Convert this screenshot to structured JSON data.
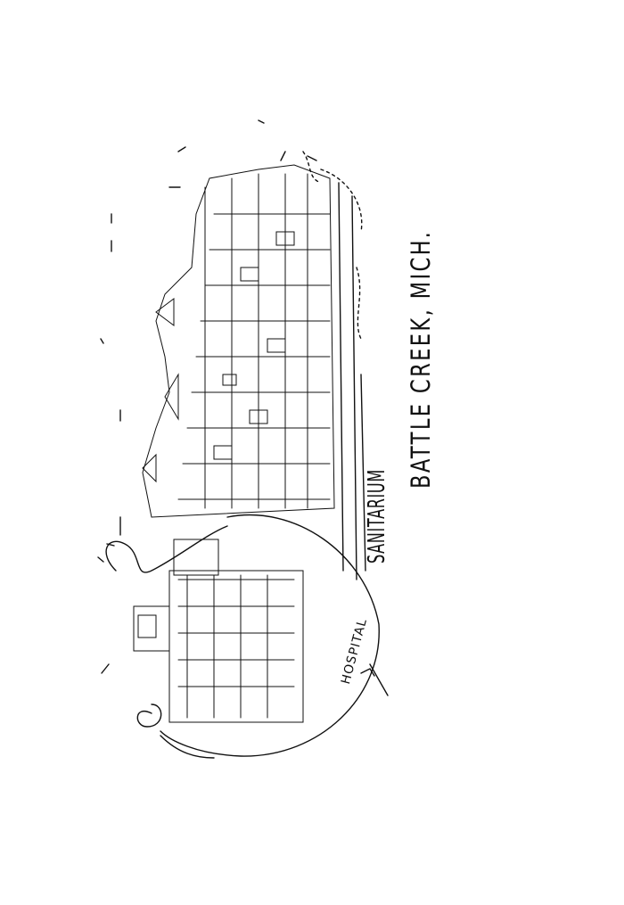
{
  "illustration": {
    "caption": "BATTLE CREEK, MICH.",
    "building_label": "SANITARIUM",
    "inset_label": "HOSPITAL",
    "ink_color": "#111111",
    "paper_color": "#ffffff"
  }
}
